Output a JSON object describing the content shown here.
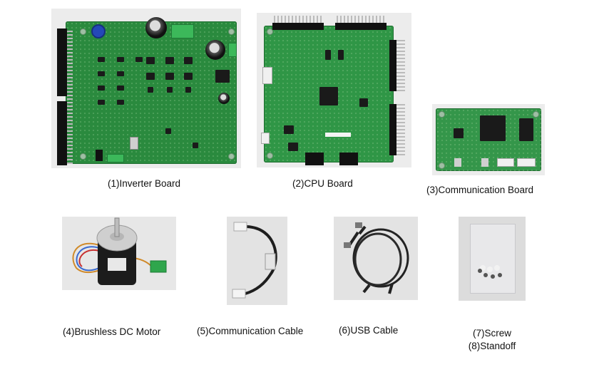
{
  "items": [
    {
      "id": 1,
      "caption": "(1)Inverter Board"
    },
    {
      "id": 2,
      "caption": "(2)CPU Board"
    },
    {
      "id": 3,
      "caption": "(3)Communication Board"
    },
    {
      "id": 4,
      "caption": "(4)Brushless DC Motor"
    },
    {
      "id": 5,
      "caption": "(5)Communication Cable"
    },
    {
      "id": 6,
      "caption": "(6)USB Cable"
    },
    {
      "id": 7,
      "caption": "(7)Screw"
    },
    {
      "id": 8,
      "caption": "(8)Standoff"
    }
  ],
  "colors": {
    "pcb_green": "#2a8a3e",
    "terminal_green": "#3cb85a",
    "photo_background": "#e9e9e9",
    "text": "#111111"
  }
}
